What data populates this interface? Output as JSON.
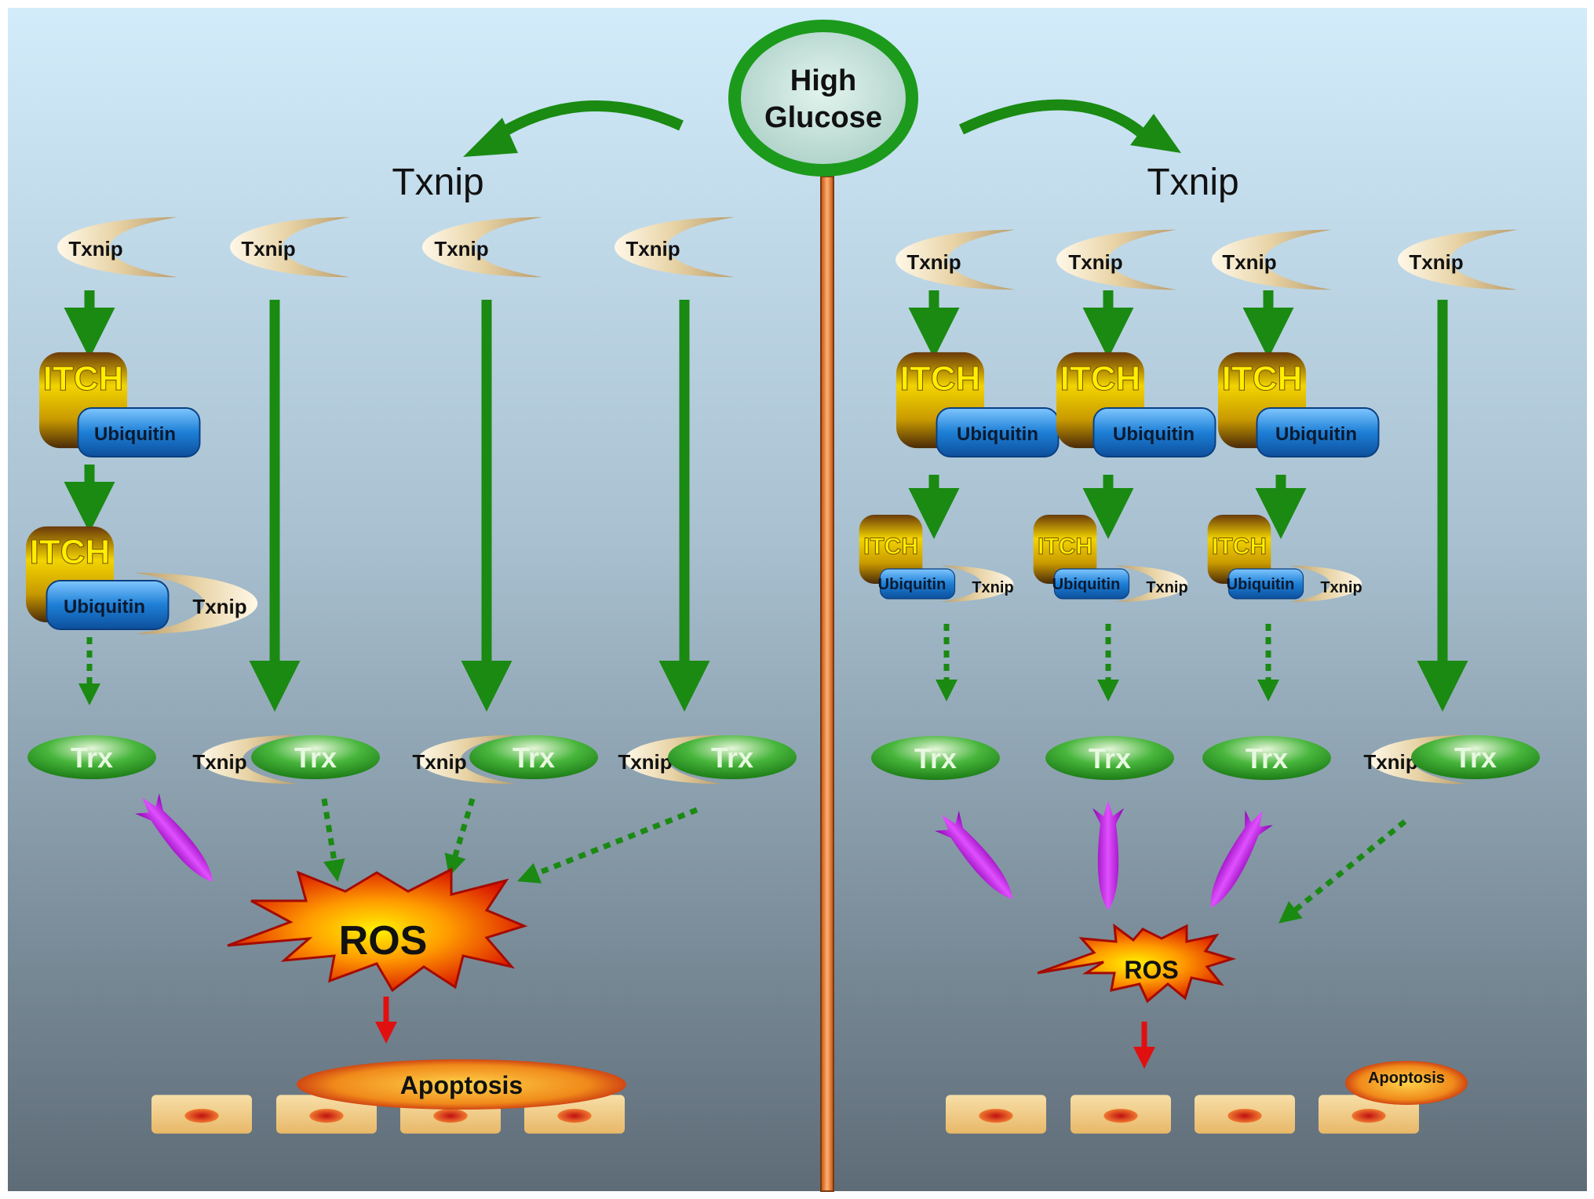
{
  "stimulus": {
    "line1": "High",
    "line2": "Glucose"
  },
  "left_panel": {
    "heading": "Txnip",
    "txnip_label": "Txnip",
    "itch_label": "ITCH",
    "ubiquitin_label": "Ubiquitin",
    "trx_label": "Trx",
    "ros_label": "ROS",
    "apoptosis_label": "Apoptosis"
  },
  "right_panel": {
    "heading": "Txnip",
    "txnip_label": "Txnip",
    "itch_label": "ITCH",
    "ubiquitin_label": "Ubiquitin",
    "trx_label": "Trx",
    "ros_label": "ROS",
    "apoptosis_label": "Apoptosis"
  },
  "colors": {
    "background_top": "#cfe9f8",
    "background_bottom": "#5f6e78",
    "arrow_green": "#1a8a12",
    "stimulus_ring": "#1c9a1c",
    "divider": "#f28a3c",
    "itch_gold": "#f0d000",
    "ubiquitin_blue": "#1f86d8",
    "trx_green": "#2ea82a",
    "txnip_crescent": "#e6d2a6",
    "missile_purple": "#c020e0",
    "ros_red": "#e02000",
    "apoptosis_orange": "#f4a020",
    "cell_fill": "#f4d290",
    "nucleus_red": "#e04020"
  }
}
